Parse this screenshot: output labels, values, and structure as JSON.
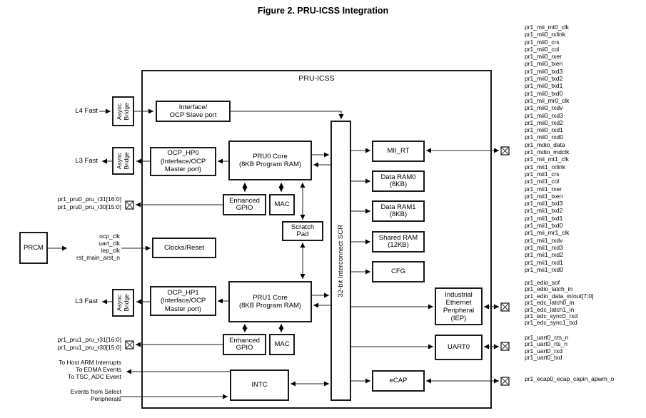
{
  "figure_title": "Figure 2. PRU-ICSS Integration",
  "diagram_label": "PRU-ICSS",
  "blocks": {
    "prcm": "PRCM",
    "async_bridge": "Async\nBridge",
    "slave_port": "Interface/\nOCP Slave port",
    "ocp_hp0": "OCP_HP0\n(Interface/OCP\nMaster port)",
    "pru0_core": "PRU0 Core\n(8KB Program RAM)",
    "enhanced_gpio": "Enhanced\nGPIO",
    "mac": "MAC",
    "scratch_pad": "Scratch\nPad",
    "clocks_reset": "Clocks/Reset",
    "ocp_hp1": "OCP_HP1\n(Interface/OCP\nMaster port)",
    "pru1_core": "PRU1 Core\n(8KB Program RAM)",
    "intc": "INTC",
    "scr": "32-bit Interconnect SCR",
    "mii_rt": "MII_RT",
    "data_ram0": "Data RAM0\n(8KB)",
    "data_ram1": "Data RAM1\n(8KB)",
    "shared_ram": "Shared RAM\n(12KB)",
    "cfg": "CFG",
    "iep": "Industrial\nEthernet\nPeripheral\n(IEP)",
    "uart0": "UART0",
    "ecap": "eCAP"
  },
  "left_labels": {
    "l4_fast": "L4 Fast",
    "l3_fast": "L3 Fast",
    "pru0_regs": [
      "pr1_pru0_pru_r31[16:0]",
      "pr1_pru0_pru_r30[15:0]"
    ],
    "clock_signals": [
      "ocp_clk",
      "uart_clk",
      "iep_clk",
      "rst_main_arst_n"
    ],
    "pru1_regs": [
      "pr1_pru1_pru_r31[16:0]",
      "pr1_pru1_pru_r30[15:0]"
    ],
    "interrupt_outputs": [
      "To Host ARM Interrupts",
      "To EDMA Events",
      "To TSC_ADC Event"
    ],
    "event_inputs": [
      "Events from Select",
      "Peripherals"
    ]
  },
  "right_signals": {
    "mii": [
      "pr1_mii_mt0_clk",
      "pr1_mii0_rxlink",
      "pr1_mii0_crs",
      "pr1_mii0_col",
      "pr1_mii0_rxer",
      "pr1_mii0_txen",
      "pr1_mii0_txd3",
      "pr1_mii0_txd2",
      "pr1_mii0_txd1",
      "pr1_mii0_txd0",
      "pr1_mii_mr0_clk",
      "pr1_mii0_rxdv",
      "pr1_mii0_rxd3",
      "pr1_mii0_rxd2",
      "pr1_mii0_rxd1",
      "pr1_mii0_rxd0",
      "pr1_mdio_data",
      "pr1_mdio_mdclk",
      "pr1_mii_mt1_clk",
      "pr1_mii1_rxlink",
      "pr1_mii1_crs",
      "pr1_mii1_col",
      "pr1_mii1_rxer",
      "pr1_mii1_txen",
      "pr1_mii1_txd3",
      "pr1_mii1_txd2",
      "pr1_mii1_txd1",
      "pr1_mii1_txd0",
      "pr1_mii_mr1_clk",
      "pr1_mii1_rxdv",
      "pr1_mii1_rxd3",
      "pr1_mii1_rxd2",
      "pr1_mii1_rxd1",
      "pr1_mii1_rxd0"
    ],
    "iep": [
      "pr1_edio_sof",
      "pr1_edio_latch_in",
      "pr1_edio_data_in/out[7:0]",
      "pr1_edc_latch0_in",
      "pr1_edc_latch1_in",
      "pr1_edc_sync0_rxd",
      "pr1_edc_sync1_txd"
    ],
    "uart0": [
      "pr1_uart0_cts_n",
      "pr1_uart0_rts_n",
      "pr1_uart0_rxd",
      "pr1_uart0_txd"
    ],
    "ecap": [
      "pr1_ecap0_ecap_capin_apwm_o"
    ]
  },
  "colors": {
    "line": "#000000",
    "background": "#ffffff",
    "text": "#000000"
  }
}
